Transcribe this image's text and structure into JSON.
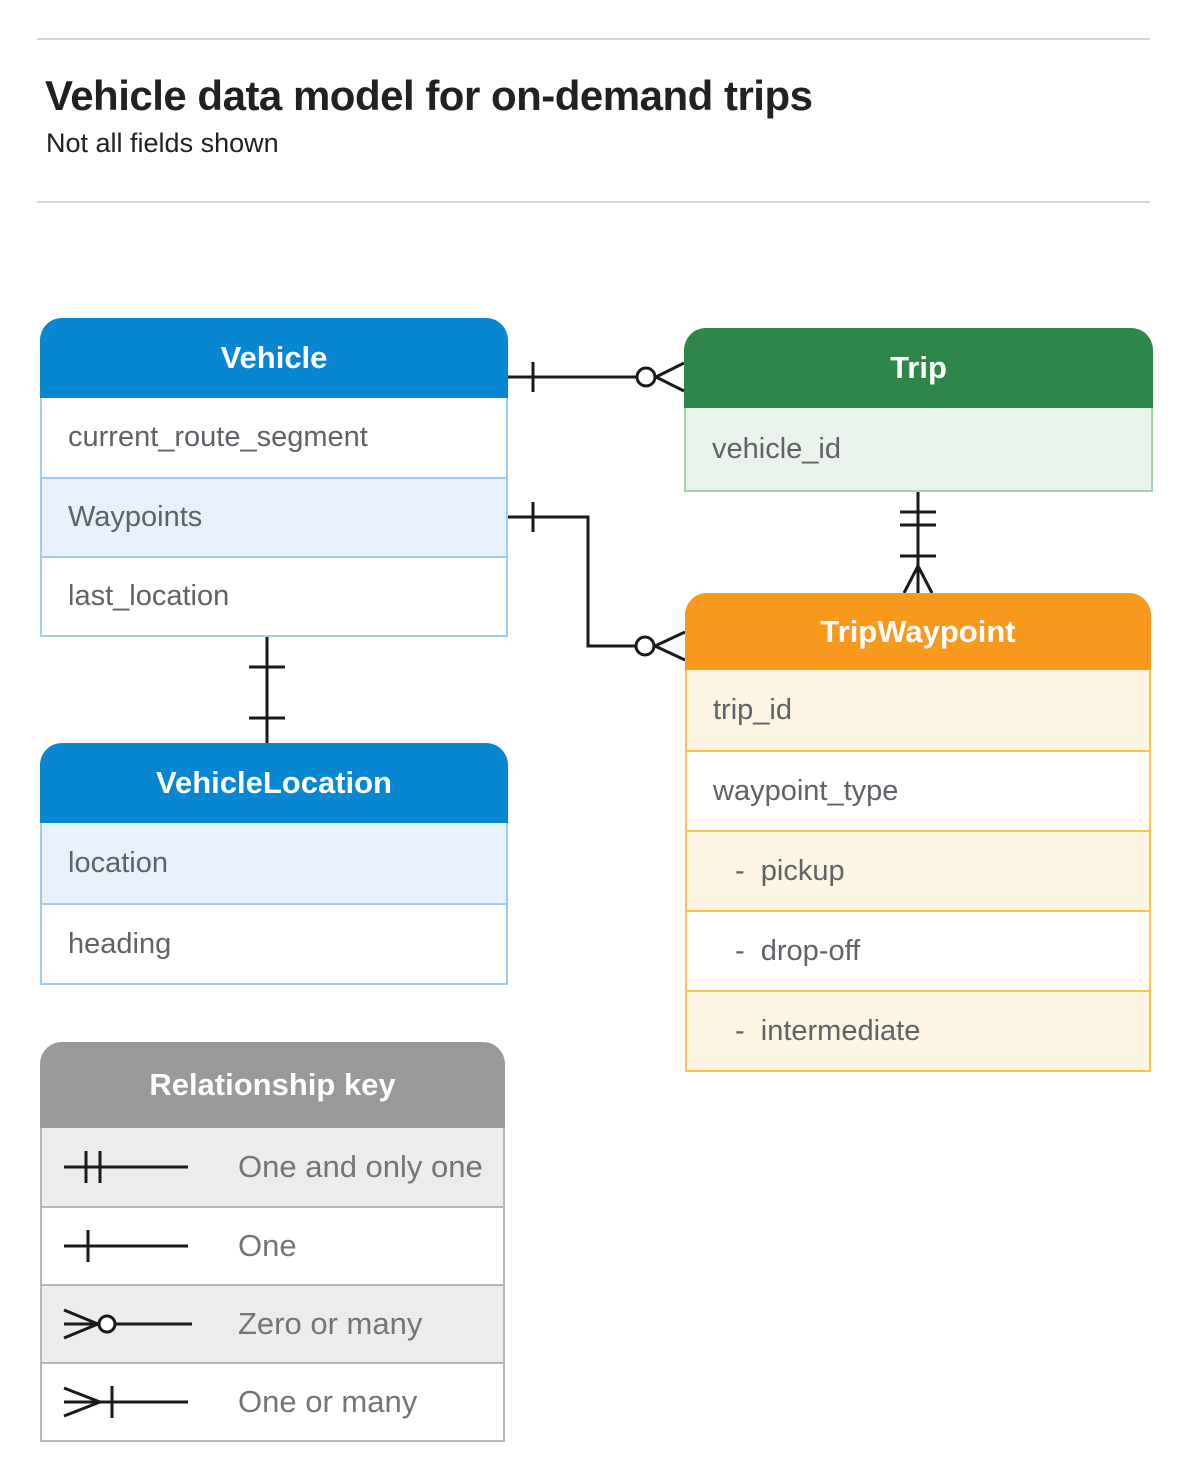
{
  "page": {
    "title": "Vehicle data model for on-demand trips",
    "subtitle": "Not all fields shown"
  },
  "tables": {
    "vehicle": {
      "title": "Vehicle",
      "fields": [
        "current_route_segment",
        "Waypoints",
        "last_location"
      ]
    },
    "trip": {
      "title": "Trip",
      "fields": [
        "vehicle_id"
      ]
    },
    "vehicle_location": {
      "title": "VehicleLocation",
      "fields": [
        "location",
        "heading"
      ]
    },
    "trip_waypoint": {
      "title": "TripWaypoint",
      "fields": [
        "trip_id",
        "waypoint_type",
        "-  pickup",
        "-  drop-off",
        "-  intermediate"
      ]
    }
  },
  "legend": {
    "title": "Relationship key",
    "items": [
      {
        "symbol": "one-and-only-one",
        "label": "One and only one"
      },
      {
        "symbol": "one",
        "label": "One"
      },
      {
        "symbol": "zero-or-many",
        "label": "Zero or many"
      },
      {
        "symbol": "one-or-many",
        "label": "One or many"
      }
    ]
  },
  "relationships": [
    {
      "from": "Vehicle",
      "to": "Trip",
      "from_end": "One",
      "to_end": "Zero or many"
    },
    {
      "from": "Trip",
      "to": "TripWaypoint",
      "from_end": "One and only one",
      "to_end": "One or many"
    },
    {
      "from": "Vehicle.Waypoints",
      "to": "TripWaypoint",
      "from_end": "One",
      "to_end": "Zero or many"
    },
    {
      "from": "Vehicle",
      "to": "VehicleLocation",
      "from_end": "One",
      "to_end": "One"
    }
  ],
  "colors": {
    "blue_header": "#0787d2",
    "blue_row": "#e8f1fb",
    "blue_border": "#9fccf1",
    "green_header": "#2e8749",
    "green_row": "#e9f3eb",
    "green_border": "#a4d4ac",
    "orange_header": "#f8991d",
    "orange_row": "#fdf4e2",
    "orange_border": "#fac24f",
    "gray_header": "#999999",
    "gray_row": "#ececec",
    "gray_border": "#b7b7b7",
    "connector": "#1a1a1a",
    "row_text": "#5f6368",
    "title_text": "#202124",
    "divider": "#d8d8d8"
  }
}
